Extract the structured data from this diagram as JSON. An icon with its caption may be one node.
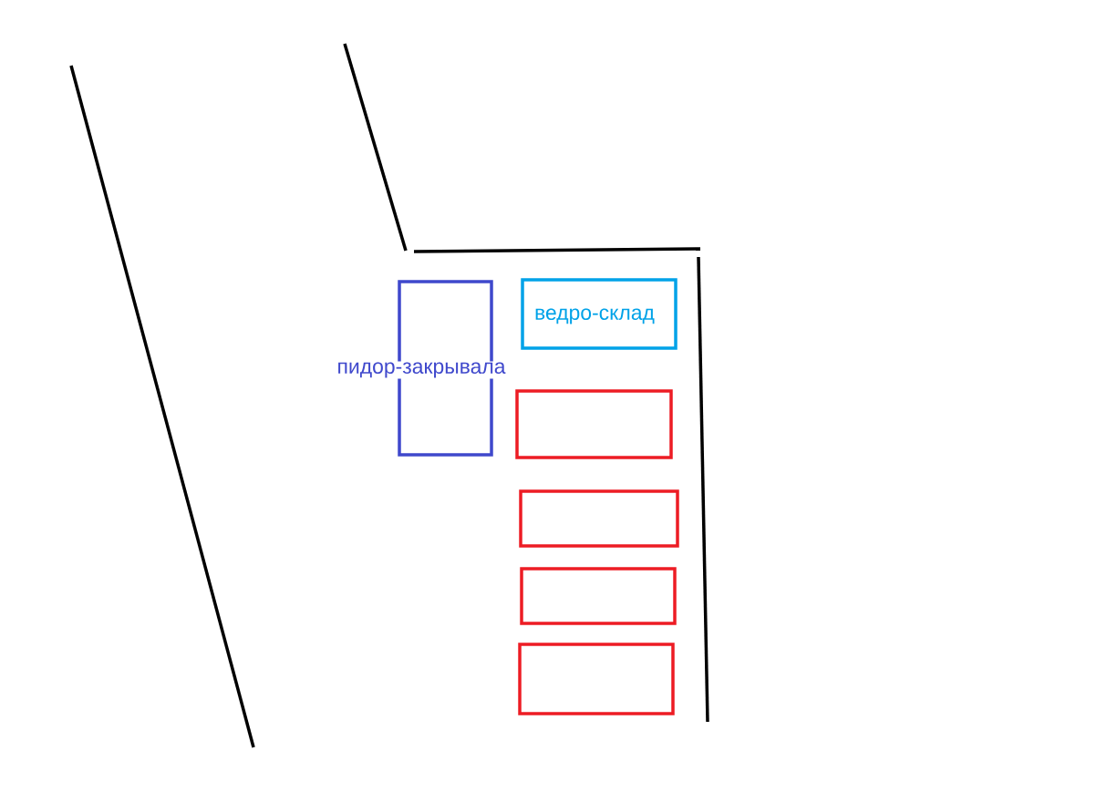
{
  "diagram": {
    "nodes": [
      {
        "text": [
          "пидор-закрывала"
        ]
      },
      {
        "text": [
          "ведро-склад"
        ]
      },
      {
        "text": [],
        "shape": "box"
      },
      {
        "text": [],
        "shape": "box"
      },
      {
        "text": [],
        "shape": "box"
      },
      {
        "text": [],
        "shape": "box"
      }
    ]
  }
}
